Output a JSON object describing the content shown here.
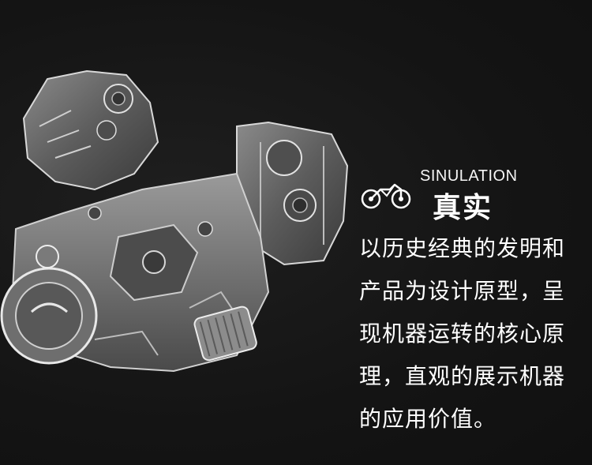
{
  "caption": {
    "subtitle": "SINULATION",
    "title": "真实",
    "icon": "motorcycle-icon",
    "body_lines": [
      "以历史经典的发明和",
      "产品为设计原型，呈",
      "现机器运转的核心原",
      "理，直观的展示机器",
      "的应用价值。"
    ]
  },
  "image": {
    "subject": "engine-illustration",
    "style": "grayscale-emboss"
  },
  "colors": {
    "background": "#141414",
    "text": "#ffffff"
  }
}
